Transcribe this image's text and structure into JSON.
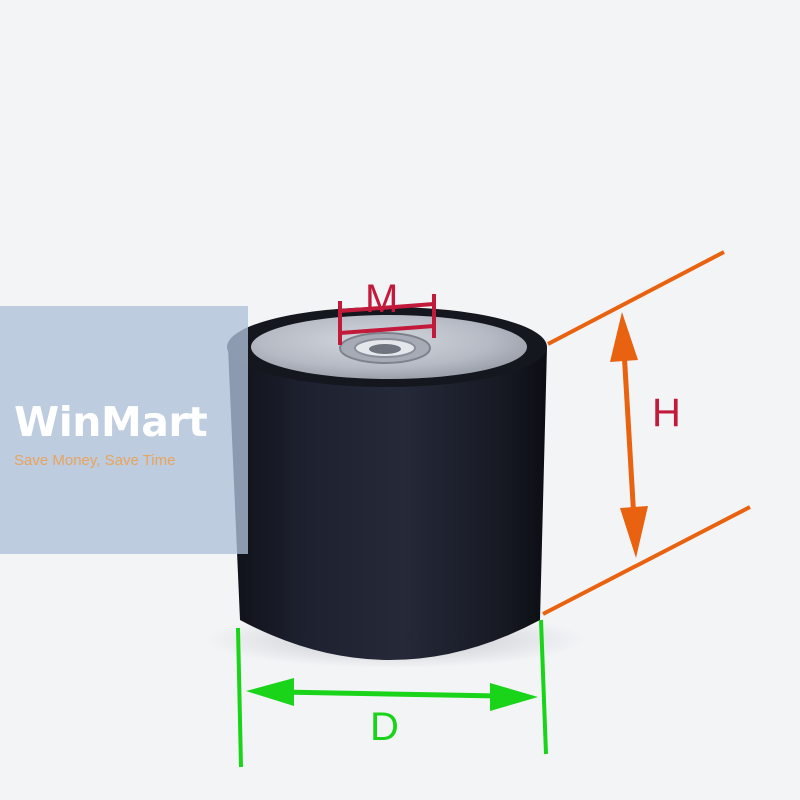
{
  "watermark": {
    "brand": "WinMart",
    "tagline": "Save Money, Save Time"
  },
  "dimensions": {
    "top_hole": "M",
    "height": "H",
    "diameter": "D"
  },
  "colors": {
    "hole_dimension": "#c21a3a",
    "height_dimension": "#e8620f",
    "diameter_dimension": "#19d419",
    "rubber": "#1a1c26",
    "metal_plate": "#b9bec8",
    "tagline": "#e8a45c"
  }
}
